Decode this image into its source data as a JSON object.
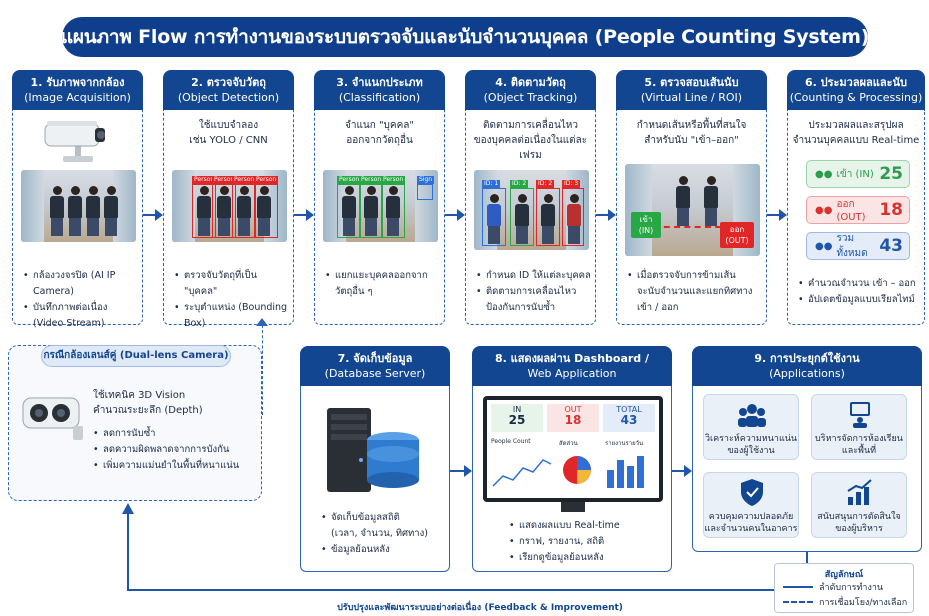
{
  "title": "แผนภาพ Flow การทำงานของระบบตรวจจับและนับจำนวนบุคคล (People Counting System)",
  "steps": [
    {
      "title": "1. รับภาพจากกล้อง",
      "subtitle": "(Image Acquisition)",
      "bullets": [
        "กล้องวงจรปิด (AI IP Camera)",
        "บันทึกภาพต่อเนื่อง",
        "(Video Stream)"
      ]
    },
    {
      "title": "2. ตรวจจับวัตถุ",
      "subtitle": "(Object Detection)",
      "desc": [
        "ใช้แบบจำลอง",
        "เช่น YOLO / CNN"
      ],
      "tags": [
        "Person",
        "Person",
        "Person",
        "Person"
      ],
      "bullets": [
        "ตรวจจับวัตถุที่เป็น \"บุคคล\"",
        "ระบุตำแหน่ง (Bounding Box)"
      ]
    },
    {
      "title": "3. จำแนกประเภท",
      "subtitle": "(Classification)",
      "desc": [
        "จำแนก \"บุคคล\"",
        "ออกจากวัตถุอื่น"
      ],
      "tags": [
        "Person",
        "Person",
        "Person",
        "Sign"
      ],
      "bullets": [
        "แยกแยะบุคคลออกจาก",
        "วัตถุอื่น ๆ"
      ]
    },
    {
      "title": "4. ติดตามวัตถุ",
      "subtitle": "(Object Tracking)",
      "desc": [
        "ติดตามการเคลื่อนไหว",
        "ของบุคคลต่อเนื่องในแต่ละเฟรม"
      ],
      "tags": [
        "ID: 1",
        "ID: 2",
        "ID: 2",
        "ID: 3"
      ],
      "bullets": [
        "กำหนด ID ให้แต่ละบุคคล",
        "ติดตามการเคลื่อนไหว",
        "ป้องกันการนับซ้ำ"
      ]
    },
    {
      "title": "5. ตรวจสอบเส้นนับ",
      "subtitle": "(Virtual Line / ROI)",
      "desc": [
        "กำหนดเส้นหรือพื้นที่สนใจ",
        "สำหรับนับ \"เข้า–ออก\""
      ],
      "photo_in": [
        "เข้า",
        "(IN)"
      ],
      "photo_out": [
        "ออก",
        "(OUT)"
      ],
      "bullets": [
        "เมื่อตรวจจับการข้ามเส้น",
        "จะนับจำนวนและแยกทิศทาง",
        "เข้า / ออก"
      ]
    },
    {
      "title": "6. ประมวลผลและนับ",
      "subtitle": "(Counting & Processing)",
      "desc": [
        "ประมวลผลและสรุปผล",
        "จำนวนบุคคลแบบ Real-time"
      ],
      "counts": [
        {
          "label": "เข้า (IN)",
          "value": "25"
        },
        {
          "label": "ออก (OUT)",
          "value": "18"
        },
        {
          "label": "รวมทั้งหมด",
          "value": "43"
        }
      ],
      "bullets": [
        "คำนวณจำนวน เข้า – ออก",
        "อัปเดตข้อมูลแบบเรียลไทม์"
      ]
    }
  ],
  "dual_lens": {
    "title": "กรณีกล้องเลนส์คู่ (Dual-lens Camera)",
    "desc": [
      "ใช้เทคนิค 3D Vision",
      "คำนวณระยะลึก (Depth)"
    ],
    "bullets": [
      "ลดการนับซ้ำ",
      "ลดความผิดพลาดจากการบังกัน",
      "เพิ่มความแม่นยำในพื้นที่หนาแน่น"
    ]
  },
  "database": {
    "title": "7. จัดเก็บข้อมูล",
    "subtitle": "(Database Server)",
    "bullets": [
      "จัดเก็บข้อมูลสถิติ",
      "(เวลา, จำนวน, ทิศทาง)",
      "ข้อมูลย้อนหลัง"
    ]
  },
  "dashboard": {
    "title": "8. แสดงผลผ่าน Dashboard /",
    "subtitle": "Web Application",
    "kpis": [
      {
        "label": "IN",
        "value": "25"
      },
      {
        "label": "OUT",
        "value": "18"
      },
      {
        "label": "TOTAL",
        "value": "43"
      }
    ],
    "chart_titles": [
      "People Count",
      "สัดส่วน",
      "รายงานรายวัน"
    ],
    "bullets": [
      "แสดงผลแบบ Real-time",
      "กราฟ, รายงาน, สถิติ",
      "เรียกดูข้อมูลย้อนหลัง"
    ]
  },
  "applications": {
    "title": "9. การประยุกต์ใช้งาน",
    "subtitle": "(Applications)",
    "items": [
      [
        "วิเคราะห์ความหนาแน่น",
        "ของผู้ใช้งาน"
      ],
      [
        "บริหารจัดการห้องเรียน",
        "และพื้นที่"
      ],
      [
        "ควบคุมความปลอดภัย",
        "และจำนวนคนในอาคาร"
      ],
      [
        "สนับสนุนการตัดสินใจ",
        "ของผู้บริหาร"
      ]
    ]
  },
  "feedback_label": "ปรับปรุงและพัฒนาระบบอย่างต่อเนื่อง (Feedback & Improvement)",
  "legend": {
    "title": "สัญลักษณ์",
    "flow": "ลำดับการทำงาน",
    "link": "การเชื่อมโยง/ทางเลือก"
  },
  "colors": {
    "primary": "#124690",
    "in": "#2e9b4f",
    "out": "#d63333",
    "total": "#1f56a8"
  }
}
